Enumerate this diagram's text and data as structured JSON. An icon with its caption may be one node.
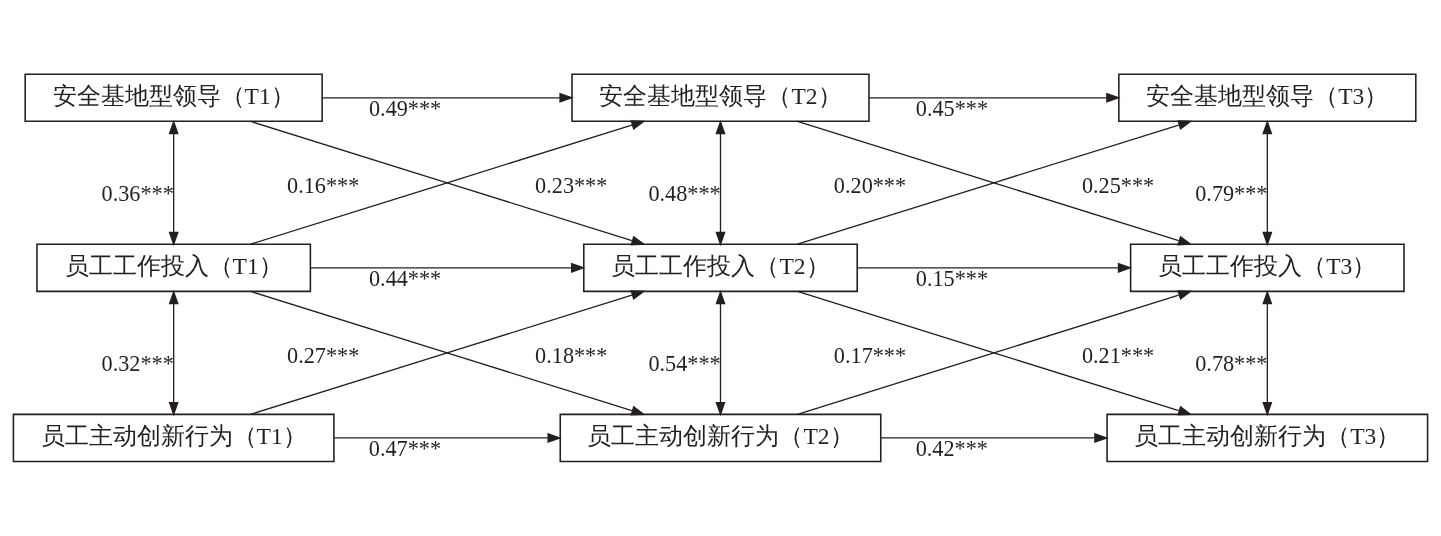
{
  "diagram": {
    "nodes": [
      {
        "text": [
          "安全基地型领导（T1）"
        ]
      },
      {
        "text": [
          "安全基地型领导（T2）"
        ]
      },
      {
        "text": [
          "安全基地型领导（T3）"
        ]
      },
      {
        "text": [
          "员工工作投入（T1）"
        ]
      },
      {
        "text": [
          "员工工作投入（T2）"
        ]
      },
      {
        "text": [
          "员工工作投入（T3）"
        ]
      },
      {
        "text": [
          "员工主动创新行为（T1）"
        ]
      },
      {
        "text": [
          "员工主动创新行为（T2）"
        ]
      },
      {
        "text": [
          "员工主动创新行为（T3）"
        ]
      }
    ],
    "edges": [
      {
        "from": 0,
        "to": 1,
        "arrow": "to",
        "label": "0.49***"
      },
      {
        "from": 1,
        "to": 2,
        "arrow": "to",
        "label": "0.45***"
      },
      {
        "from": 0,
        "to": 4,
        "arrow": "to",
        "label": "0.16***"
      },
      {
        "from": 3,
        "to": 1,
        "arrow": "to",
        "label": "0.23***"
      },
      {
        "from": 1,
        "to": 5,
        "arrow": "to",
        "label": "0.20***"
      },
      {
        "from": 4,
        "to": 2,
        "arrow": "to",
        "label": "0.25***"
      },
      {
        "from": 0,
        "to": 3,
        "arrow": "both",
        "label": "0.36***"
      },
      {
        "from": 1,
        "to": 4,
        "arrow": "both",
        "label": "0.48***"
      },
      {
        "from": 2,
        "to": 5,
        "arrow": "both",
        "label": "0.79***"
      },
      {
        "from": 3,
        "to": 4,
        "arrow": "to",
        "label": "0.44***"
      },
      {
        "from": 4,
        "to": 5,
        "arrow": "to",
        "label": "0.15***"
      },
      {
        "from": 3,
        "to": 7,
        "arrow": "to",
        "label": "0.27***"
      },
      {
        "from": 6,
        "to": 4,
        "arrow": "to",
        "label": "0.18***"
      },
      {
        "from": 4,
        "to": 8,
        "arrow": "to",
        "label": "0.17***"
      },
      {
        "from": 7,
        "to": 5,
        "arrow": "to",
        "label": "0.21***"
      },
      {
        "from": 3,
        "to": 6,
        "arrow": "both",
        "label": "0.32***"
      },
      {
        "from": 4,
        "to": 7,
        "arrow": "both",
        "label": "0.54***"
      },
      {
        "from": 5,
        "to": 8,
        "arrow": "both",
        "label": "0.78***"
      },
      {
        "from": 6,
        "to": 7,
        "arrow": "to",
        "label": "0.47***"
      },
      {
        "from": 7,
        "to": 8,
        "arrow": "to",
        "label": "0.42***"
      }
    ]
  }
}
